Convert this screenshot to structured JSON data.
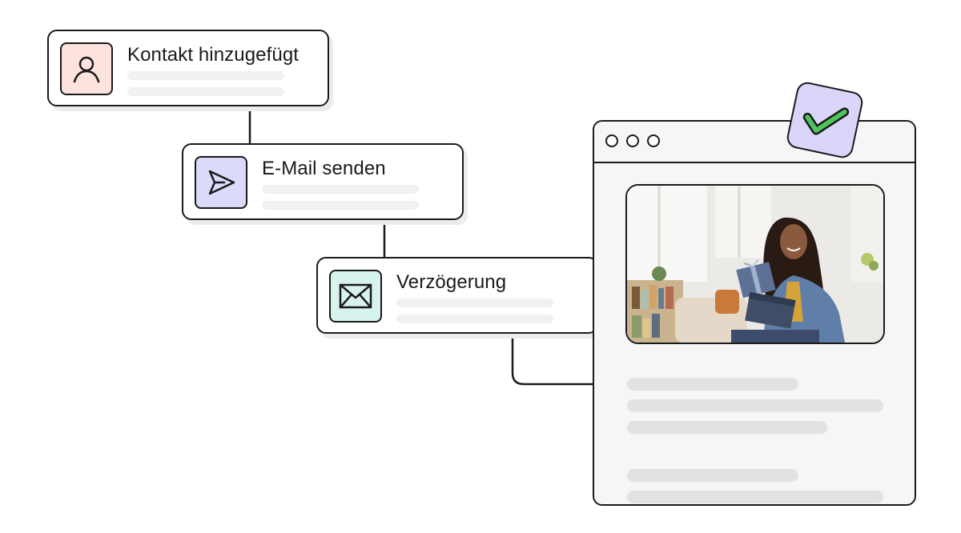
{
  "workflow": {
    "steps": [
      {
        "title": "Kontakt hinzugefügt",
        "icon": "user-icon",
        "icon_bg": "#fde3dd"
      },
      {
        "title": "E-Mail senden",
        "icon": "send-icon",
        "icon_bg": "#dcdafa"
      },
      {
        "title": "Verzögerung",
        "icon": "envelope-icon",
        "icon_bg": "#d8f2ee"
      }
    ]
  },
  "browser": {
    "window_controls": [
      "circle",
      "circle",
      "circle"
    ],
    "image": "woman-opening-gift-photo",
    "check_badge": {
      "icon": "checkmark-icon",
      "color": "#4fc35c",
      "bg": "#d9d6fa"
    }
  },
  "colors": {
    "outline": "#1a1a1a",
    "placeholder_light": "#f1f1f1",
    "placeholder_dark": "#e2e2e2"
  }
}
